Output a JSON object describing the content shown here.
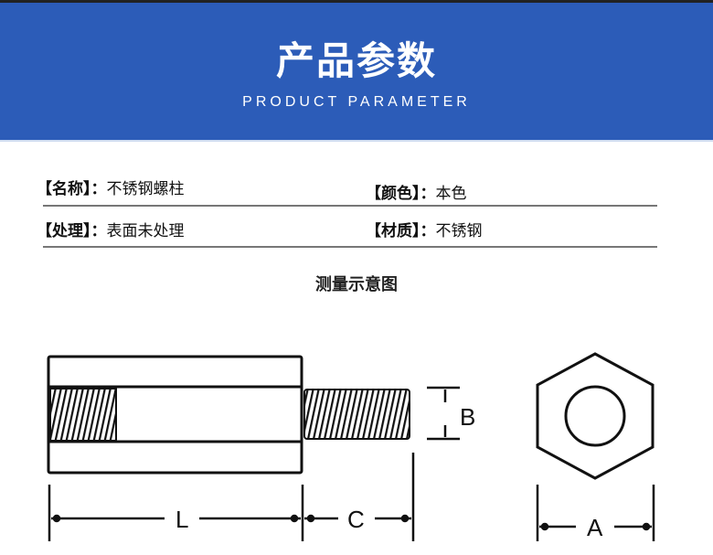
{
  "header": {
    "title": "产品参数",
    "subtitle": "PRODUCT PARAMETER"
  },
  "params": [
    {
      "label": "【名称】：",
      "value": "不锈钢螺柱"
    },
    {
      "label": "【颜色】：",
      "value": "本色"
    },
    {
      "label": "【处理】：",
      "value": "表面未处理"
    },
    {
      "label": "【材质】：",
      "value": "不锈钢"
    }
  ],
  "diagram": {
    "caption": "测量示意图",
    "dims": {
      "L": "L",
      "C": "C",
      "B": "B",
      "A": "A"
    }
  }
}
